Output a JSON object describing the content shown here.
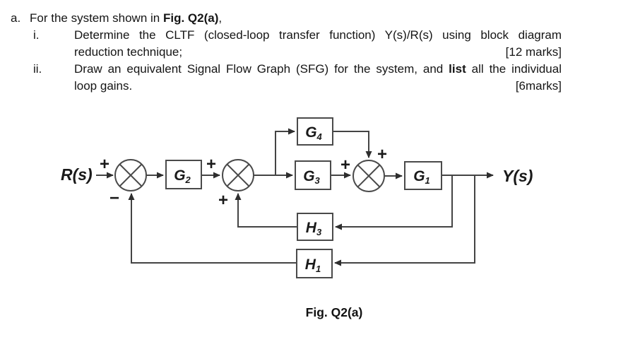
{
  "question": {
    "item_label": "a.",
    "intro_text": "For the system shown in ",
    "intro_bold": "Fig. Q2(a)",
    "intro_tail": ",",
    "sub_items": [
      {
        "label": "i.",
        "line1": "Determine the CLTF (closed-loop transfer function) Y(s)/R(s) using block diagram",
        "line2": "reduction technique;",
        "marks": "[12 marks]"
      },
      {
        "label": "ii.",
        "line1_a": "Draw an equivalent Signal Flow Graph (SFG) for the system, and ",
        "line1_bold": "list",
        "line1_b": " all the individual",
        "line2": "loop gains.",
        "marks": "[6marks]"
      }
    ]
  },
  "diagram": {
    "input_label": "R(s)",
    "output_label": "Y(s)",
    "caption": "Fig. Q2(a)",
    "blocks": {
      "g2": {
        "letter": "G",
        "sub": "2"
      },
      "g4": {
        "letter": "G",
        "sub": "4"
      },
      "g3": {
        "letter": "G",
        "sub": "3"
      },
      "g1": {
        "letter": "G",
        "sub": "1"
      },
      "h3": {
        "letter": "H",
        "sub": "3"
      },
      "h1": {
        "letter": "H",
        "sub": "1"
      }
    },
    "signs": {
      "input_plus": "+",
      "h1_minus": "−",
      "g2_plus": "+",
      "h3_plus": "+",
      "g3_plus": "+",
      "g4_plus": "+"
    },
    "colors": {
      "line": "#444444",
      "arrow": "#2e2e2e",
      "text": "#1a1a1a"
    }
  }
}
